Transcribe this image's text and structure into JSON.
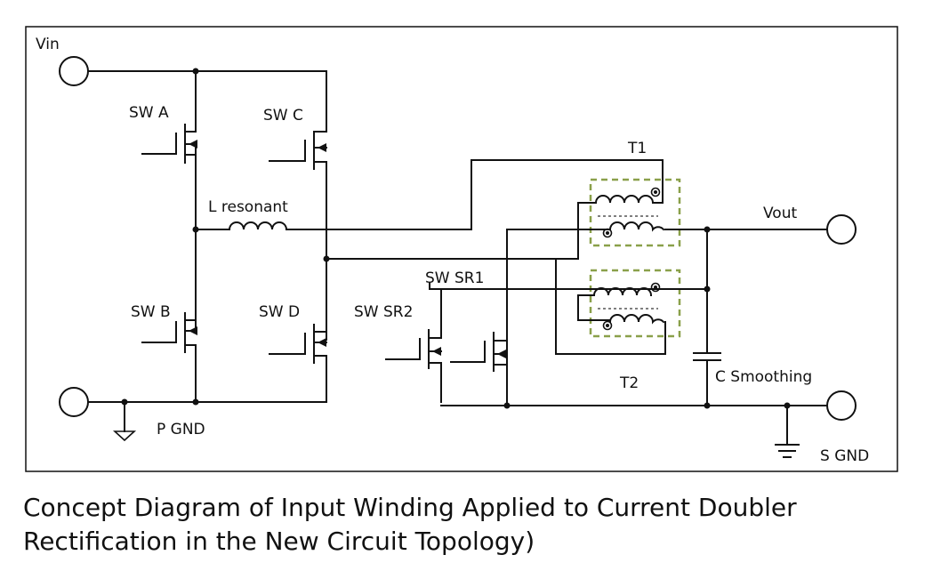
{
  "labels": {
    "vin": "Vin",
    "sw_a": "SW A",
    "sw_b": "SW B",
    "sw_c": "SW C",
    "sw_d": "SW D",
    "l_resonant": "L resonant",
    "t1": "T1",
    "t2": "T2",
    "vout": "Vout",
    "sw_sr1": "SW SR1",
    "sw_sr2": "SW SR2",
    "c_smoothing": "C Smoothing",
    "p_gnd": "P GND",
    "s_gnd": "S GND"
  },
  "caption": "Concept Diagram of Input Winding Applied to Current Doubler Rectification in the New Circuit Topology)"
}
